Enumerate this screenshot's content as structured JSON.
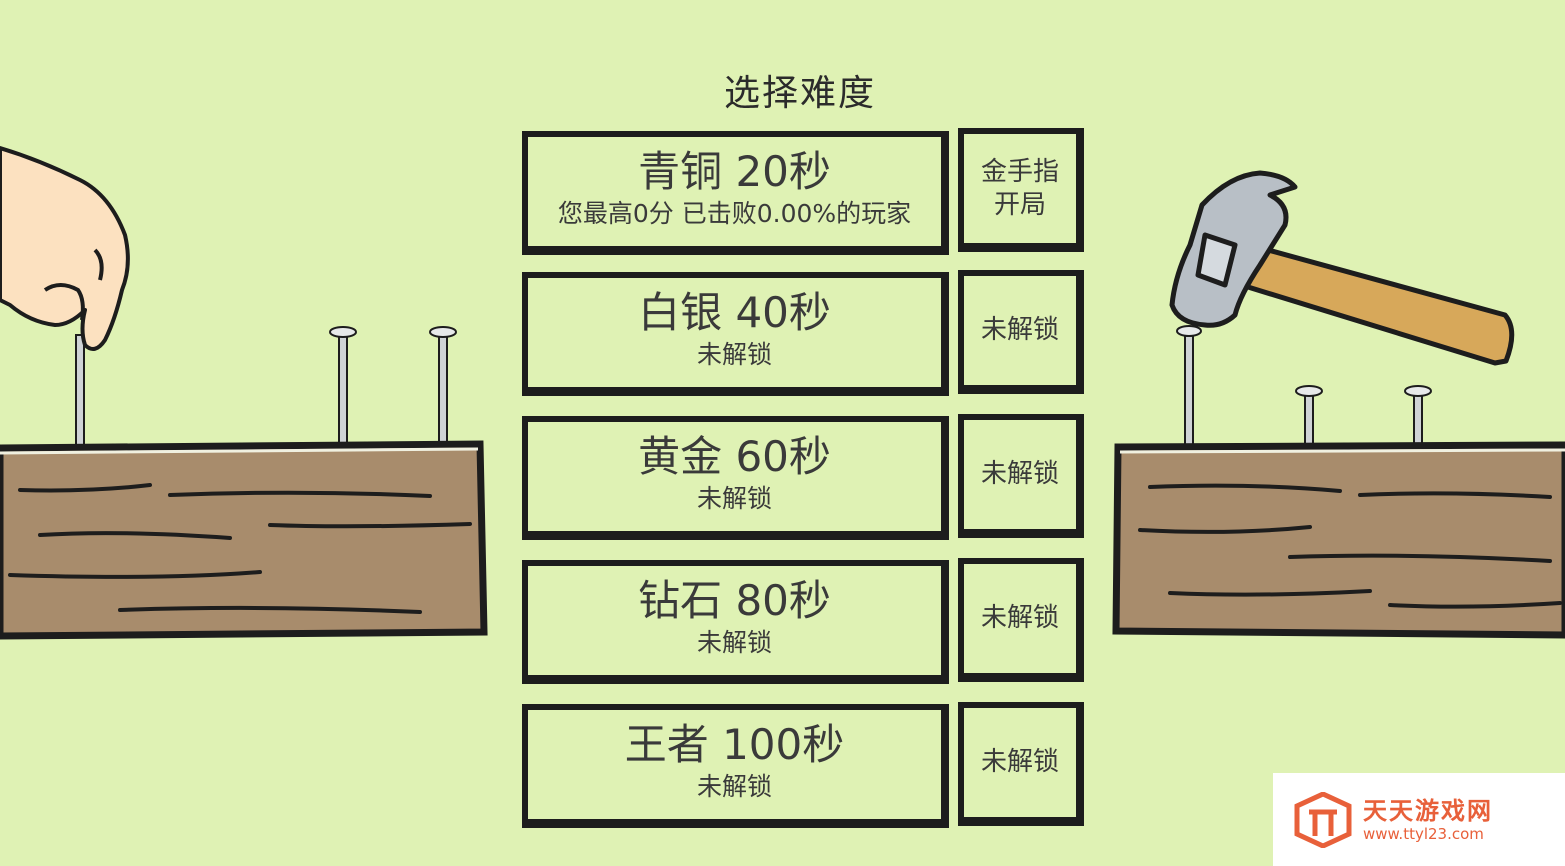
{
  "title": "选择难度",
  "levels": [
    {
      "name": "青铜 20秒",
      "status": "您最高0分 已击败0.00%的玩家",
      "side": "金手指\n开局"
    },
    {
      "name": "白银 40秒",
      "status": "未解锁",
      "side": "未解锁"
    },
    {
      "name": "黄金 60秒",
      "status": "未解锁",
      "side": "未解锁"
    },
    {
      "name": "钻石 80秒",
      "status": "未解锁",
      "side": "未解锁"
    },
    {
      "name": "王者 100秒",
      "status": "未解锁",
      "side": "未解锁"
    }
  ],
  "watermark": {
    "title": "天天游戏网",
    "url": "www.ttyl23.com"
  },
  "colors": {
    "background": "#dff2b4",
    "wood": "#a88c6c",
    "border": "#1d1d1d",
    "hammer_handle": "#d7a85a",
    "watermark": "#e8603a"
  }
}
